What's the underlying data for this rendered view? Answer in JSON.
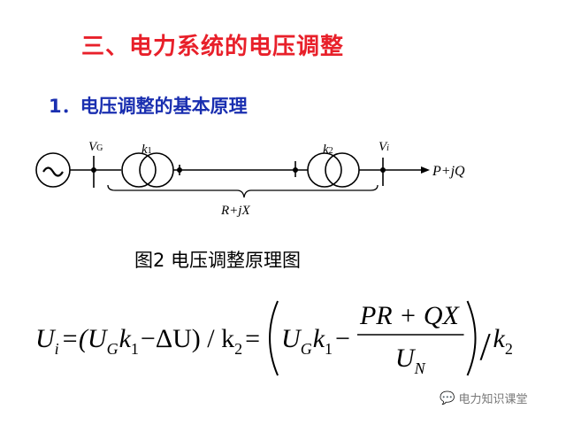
{
  "slide": {
    "title": "三、电力系统的电压调整",
    "subtitle": "1．电压调整的基本原理",
    "diagram": {
      "bus_g_label_main": "V",
      "bus_g_label_sub": "G",
      "k1_main": "k",
      "k1_sub": "1",
      "k2_main": "k",
      "k2_sub": "2",
      "bus_i_label_main": "V",
      "bus_i_label_sub": "i",
      "load": "P+jQ",
      "impedance": "R+jX"
    },
    "caption": "图2 电压调整原理图",
    "formula": {
      "lhs": "U",
      "lhs_sub": "i",
      "part1": "=(U",
      "part1_sub": "G",
      "part2": "k",
      "part2_sub": "1",
      "part3": "−ΔU) / k",
      "part3_sub": "2",
      "part4": "=",
      "u": "U",
      "u_sub": "G",
      "k": "k",
      "k_sub": "1",
      "minus": "−",
      "numerator": "PR + QX",
      "den": "U",
      "den_sub": "N",
      "slash": "/",
      "k2": "k",
      "k2_sub": "2"
    },
    "watermark": "电力知识课堂"
  }
}
